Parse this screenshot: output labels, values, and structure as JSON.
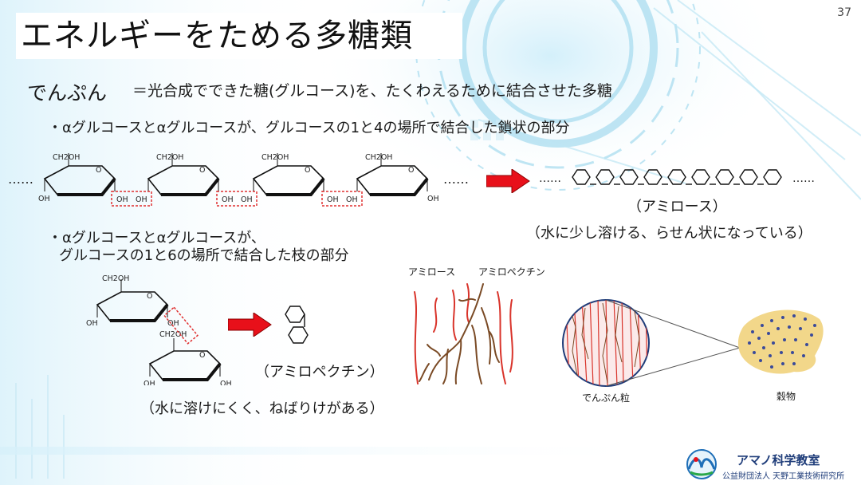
{
  "page_number": "37",
  "title": "エネルギーをためる多糖類",
  "starch": {
    "label": "でんぷん",
    "definition": "＝光合成でできた糖(グルコース)を、たくわえるために結合させた多糖"
  },
  "amylose_section": {
    "bullet": "・αグルコースとαグルコースが、グルコースの1と4の場所で結合した鎖状の部分",
    "name": "（アミロース）",
    "description": "（水に少し溶ける、らせん状になっている）",
    "ellipsis": "……"
  },
  "amylopectin_section": {
    "bullet_line1": "・αグルコースとαグルコースが、",
    "bullet_line2": "グルコースの1と6の場所で結合した枝の部分",
    "name": "（アミロペクチン）",
    "description": "（水に溶けにくく、ねばりけがある）"
  },
  "molecule_labels": {
    "ch2oh": "CH2OH",
    "oh": "OH",
    "o": "O"
  },
  "diagram_labels": {
    "amylose": "アミロース",
    "amylopectin": "アミロペクチン",
    "starch_granule": "でんぷん粒",
    "grain": "穀物"
  },
  "logo": {
    "name": "アマノ科学教室",
    "subtitle": "公益財団法人 天野工業技術研究所",
    "icon": "amano-logo-icon"
  },
  "colors": {
    "arrow": "#e8101a",
    "highlight_box": "#e03030",
    "amylose_strand": "#d9342b",
    "amylopectin_strand": "#7a4a25",
    "grain_fill": "#f2d78a",
    "grain_dots": "#3a4a9a",
    "bg_accent": "#9fd8ee"
  }
}
